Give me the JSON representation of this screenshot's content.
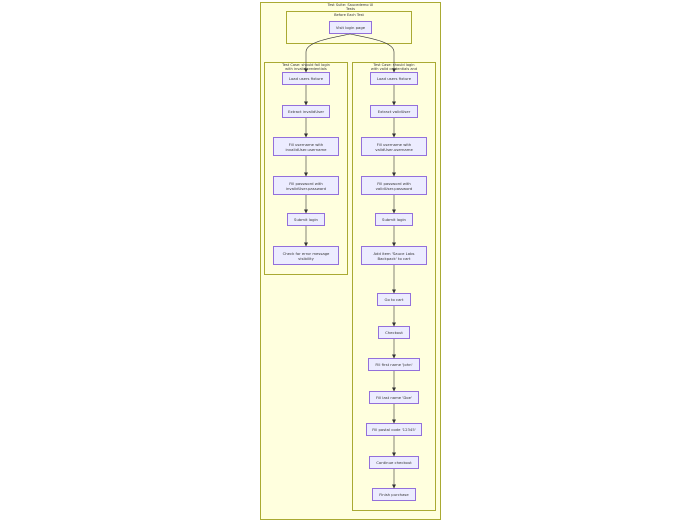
{
  "suite": {
    "title_line1": "Test Suite: Saucedemo UI",
    "title_line2": "Tests"
  },
  "before_each": {
    "title": "Before Each Test",
    "visit": "Visit login page"
  },
  "invalid_case": {
    "title_line1": "Test Case: should fail login",
    "title_line2": "with invalid credentials",
    "steps": [
      "Load users fixture",
      "Extract invalidUser",
      "Fill username with invalidUser.username",
      "Fill password with invalidUser.password",
      "Submit login",
      "Check for error message visibility"
    ]
  },
  "valid_case": {
    "title_line1": "Test Case: should login",
    "title_line2": "with valid credentials and",
    "steps": [
      "Load users fixture",
      "Extract validUser",
      "Fill username with validUser.username",
      "Fill password with validUser.password",
      "Submit login",
      "Add item 'Sauce Labs Backpack' to cart",
      "Go to cart",
      "Checkout",
      "Fill first name 'John'",
      "Fill last name 'Doe'",
      "Fill postal code '12345'",
      "Continue checkout",
      "Finish purchase"
    ]
  },
  "colors": {
    "cluster_fill": "#ffffde",
    "cluster_stroke": "#aaaa33",
    "node_fill": "#ececff",
    "node_stroke": "#9370db",
    "edge": "#333333"
  }
}
